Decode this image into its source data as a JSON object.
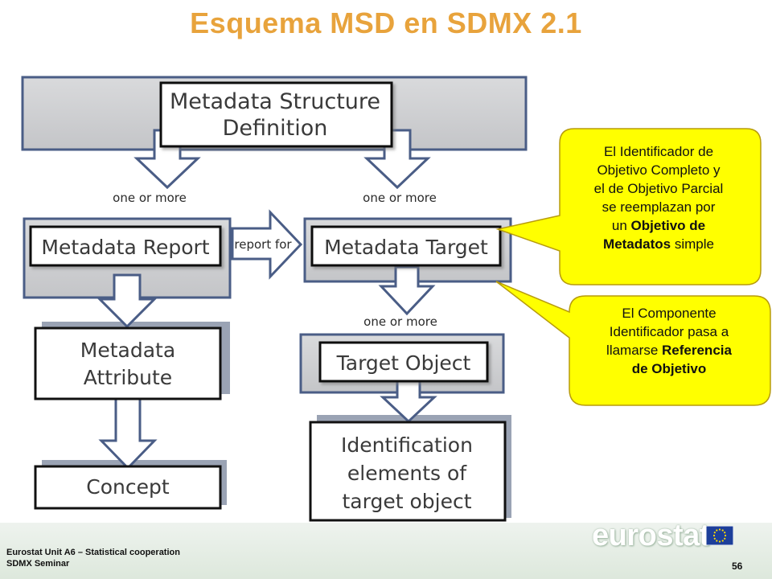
{
  "slide": {
    "title": "Esquema MSD en SDMX 2.1",
    "footer_line1": "Eurostat Unit A6 – Statistical cooperation",
    "footer_line2": "SDMX Seminar",
    "page_number": "56",
    "logo_text": "eurostat"
  },
  "diagram": {
    "boxes": {
      "msd_line1": "Metadata Structure",
      "msd_line2": "Definition",
      "report": "Metadata Report",
      "target": "Metadata Target",
      "attribute_line1": "Metadata",
      "attribute_line2": "Attribute",
      "concept": "Concept",
      "target_object": "Target Object",
      "ident_line1": "Identification",
      "ident_line2": "elements of",
      "ident_line3": "target object"
    },
    "labels": {
      "one_or_more_left": "one or more",
      "one_or_more_right": "one or more",
      "one_or_more_target": "one or more",
      "report_for": "report for"
    }
  },
  "callouts": {
    "c1_line1": "El Identificador de",
    "c1_line2": "Objetivo Completo y",
    "c1_line3": "el de Objetivo Parcial",
    "c1_line4": "se reemplazan por",
    "c1_line5_pre": "un ",
    "c1_line5_bold": "Objetivo de",
    "c1_line6_bold": "Metadatos",
    "c1_line6_post": " simple",
    "c2_line1": "El Componente",
    "c2_line2": "Identificador pasa a",
    "c2_line3_pre": "llamarse ",
    "c2_line3_bold": "Referencia",
    "c2_line4_bold": "de Objetivo"
  },
  "colors": {
    "title": "#e8a33c",
    "callout_fill": "#ffff00",
    "callout_stroke": "#b79b0c",
    "frame_stroke": "#4a5d86",
    "arrow_fill": "#ffffff"
  }
}
